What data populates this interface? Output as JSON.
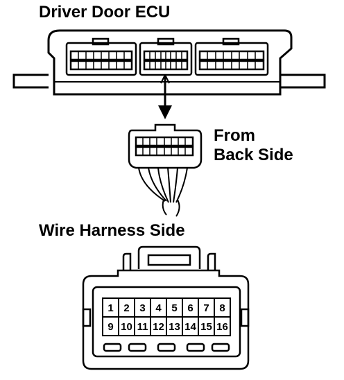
{
  "title": "Driver Door ECU",
  "view_note": {
    "line1": "From",
    "line2": "Back Side"
  },
  "harness_title": "Wire Harness Side",
  "connector_pins": {
    "top_row": [
      "1",
      "2",
      "3",
      "4",
      "5",
      "6",
      "7",
      "8"
    ],
    "bottom_row": [
      "9",
      "10",
      "11",
      "12",
      "13",
      "14",
      "15",
      "16"
    ]
  },
  "colors": {
    "ink": "#000000",
    "paper": "#ffffff"
  }
}
